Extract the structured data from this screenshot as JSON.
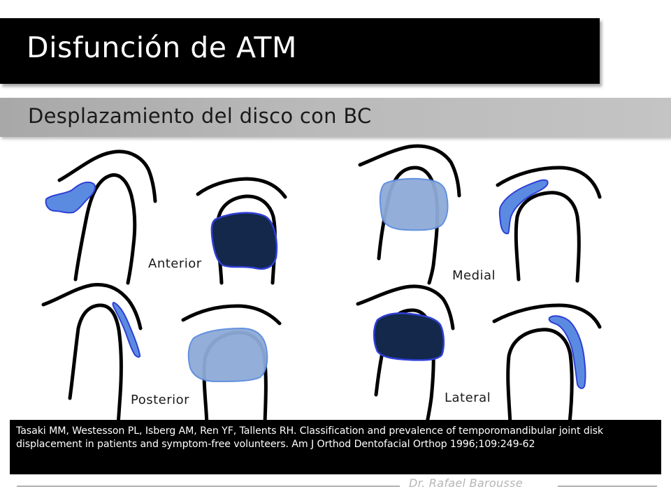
{
  "header": {
    "title": "Disfunción de ATM",
    "subtitle": "Desplazamiento del disco con BC"
  },
  "diagram": {
    "labels": {
      "anterior": "Anterior",
      "medial": "Medial",
      "posterior": "Posterior",
      "lateral": "Lateral"
    },
    "colors": {
      "outline": "#000000",
      "disc_light": "#8eaad6",
      "disc_medium": "#5b8be0",
      "disc_dark": "#13284a",
      "disc_border": "#2f3fd6"
    }
  },
  "reference": {
    "text": "Tasaki MM, Westesson PL, Isberg AM, Ren YF, Tallents RH. Classification and prevalence of temporomandibular joint disk displacement in patients and symptom-free volunteers. Am J Orthod Dentofacial Orthop 1996;109:249-62"
  },
  "footer": {
    "author": "Dr. Rafael Barousse"
  }
}
